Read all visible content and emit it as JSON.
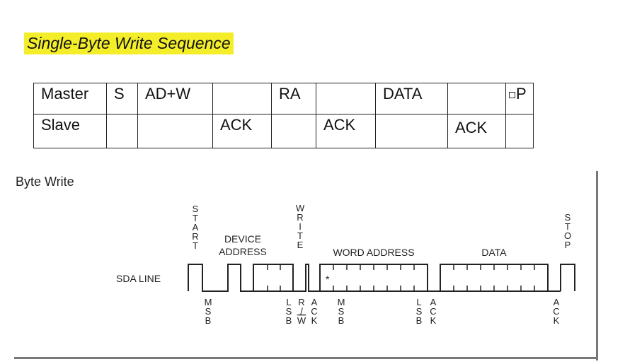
{
  "title": "Single-Byte Write Sequence",
  "table": {
    "rows": [
      {
        "cells": [
          "Master",
          "S",
          "AD+W",
          "",
          "RA",
          "",
          "DATA",
          "",
          "P"
        ]
      },
      {
        "cells": [
          "Slave",
          "",
          "",
          "ACK",
          "",
          "ACK",
          "",
          "ACK",
          ""
        ]
      }
    ]
  },
  "diagram": {
    "title": "Byte Write",
    "sda_label": "SDA LINE",
    "labels": {
      "start": "START",
      "device_address_1": "DEVICE",
      "device_address_2": "ADDRESS",
      "write": "WRITE",
      "word_address": "WORD ADDRESS",
      "data": "DATA",
      "stop": "STOP",
      "msb1": "MSB",
      "lsb1": "LSB",
      "rw": "R/W",
      "ack1": "ACK",
      "msb2": "MSB",
      "lsb2": "LSB",
      "ack2": "ACK",
      "ack3": "ACK",
      "star": "*"
    }
  }
}
